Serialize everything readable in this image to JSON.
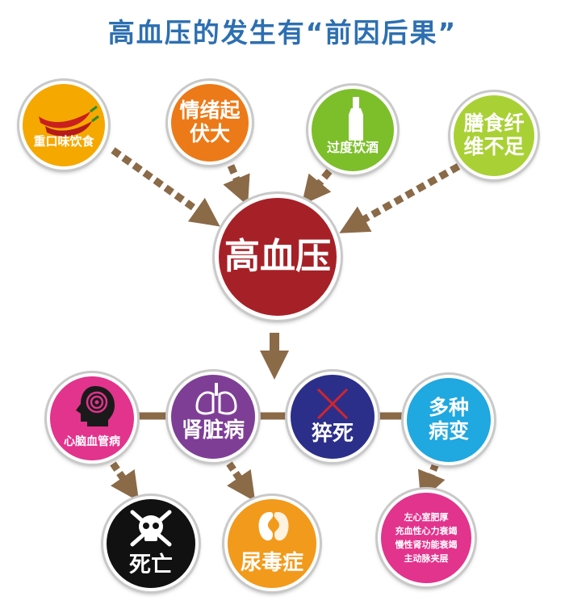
{
  "title": "高血压的发生有“前因后果”",
  "causes": [
    {
      "label": "重口味饮食",
      "icon": "chili-pepper-icon",
      "color": "#f5a800"
    },
    {
      "label": "情绪起伏大",
      "icon": "",
      "color": "#ec7a18"
    },
    {
      "label": "过度饮酒",
      "icon": "bottle-icon",
      "color": "#7dbf2b"
    },
    {
      "label": "膳食纤维不足",
      "icon": "",
      "color": "#a9d135"
    }
  ],
  "center": {
    "label": "高血压",
    "color": "#a62127"
  },
  "effects": [
    {
      "label": "心脑血管病",
      "icon": "brain-head-icon",
      "color": "#e2338d"
    },
    {
      "label": "肾脏病",
      "icon": "lungs-icon",
      "color": "#7e3e96"
    },
    {
      "label": "猝死",
      "icon": "cross-icon",
      "color": "#2b2f8a"
    },
    {
      "label": "多种病变",
      "icon": "",
      "color": "#20a8e0"
    }
  ],
  "outcomes": [
    {
      "label": "死亡",
      "icon": "skull-icon",
      "color": "#111111"
    },
    {
      "label": "尿毒症",
      "icon": "kidney-icon",
      "color": "#f29a1b"
    },
    {
      "label": "左心室肥厚",
      "color": "#e2338d"
    },
    {
      "label": "充血性心力衰竭",
      "color": "#e2338d"
    },
    {
      "label": "慢性肾功能衰竭",
      "color": "#e2338d"
    },
    {
      "label": "主动脉夹层",
      "color": "#e2338d"
    }
  ],
  "colors": {
    "title": "#2d6fb1",
    "arrow": "#8b6a48",
    "connector": "#8b6a48"
  }
}
